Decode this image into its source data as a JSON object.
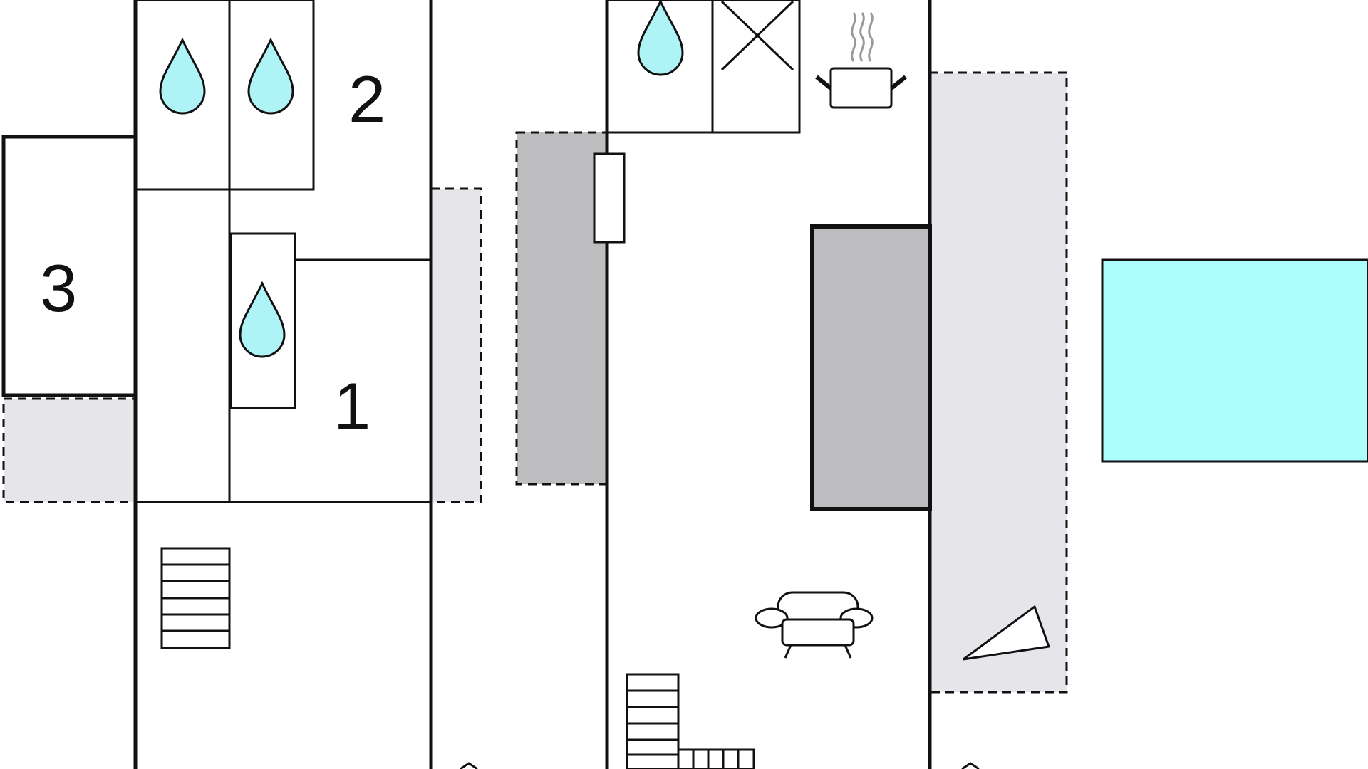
{
  "floor_plan": {
    "room_numbers": {
      "room_1": "1",
      "room_2": "2",
      "room_3": "3"
    },
    "colors": {
      "wall": "#111111",
      "terrace_light": "#e6e6ea",
      "terrace_dark": "#bdbdc0",
      "pool": "#aefdfd",
      "water_drop": "#aef3f5"
    },
    "icons": [
      "water-drop-icon",
      "stove-x-icon",
      "cooking-pot-icon",
      "armchair-icon",
      "stairs-icon",
      "fireplace-icon"
    ]
  }
}
